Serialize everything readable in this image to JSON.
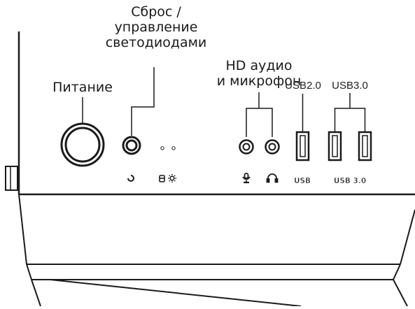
{
  "labels": {
    "reset_led": [
      "Сброс /",
      "управление",
      "светодиодами"
    ],
    "power": "Питание",
    "hd_audio": [
      "HD аудио",
      "и микрофон"
    ],
    "usb2": "USB2.0",
    "usb3": "USB3.0"
  },
  "panel_marks": {
    "usb2": "USB",
    "usb3": "USB 3.0"
  },
  "icons": {
    "reset": "reset-icon",
    "hdd": "hdd-led-icon",
    "power_led": "power-led-icon",
    "mic": "microphone-icon",
    "headphones": "headphones-icon"
  }
}
